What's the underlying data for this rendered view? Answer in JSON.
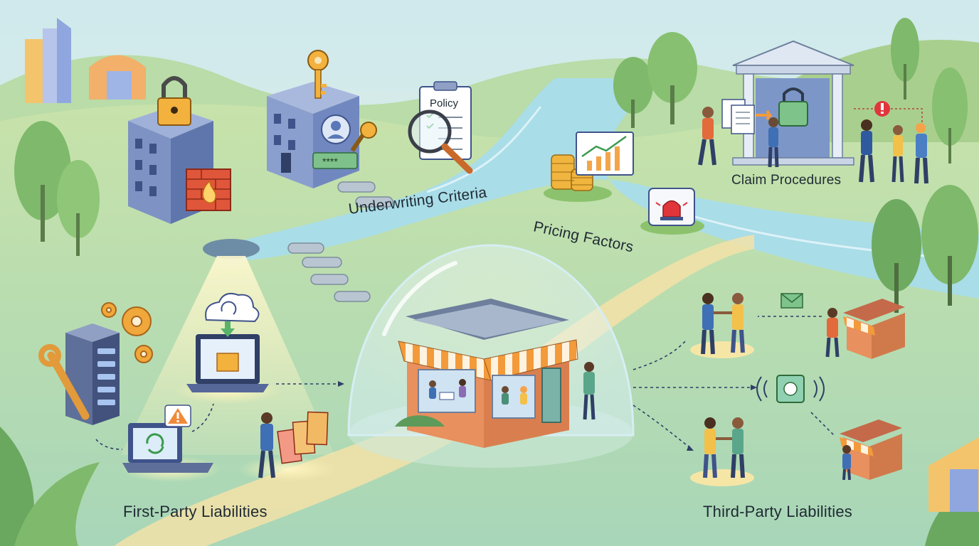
{
  "labels": {
    "underwriting": "Underwriting Criteria",
    "pricing": "Pricing Factors",
    "claims": "Claim Procedures",
    "first_party": "First-Party Liabilities",
    "third_party": "Third-Party Liabilities"
  },
  "policy_doc": {
    "title": "Policy"
  },
  "password_dots": "****",
  "colors": {
    "river": "#a9dde8",
    "grass": "#bfe0a5",
    "path": "#f3e2a8",
    "accent_orange": "#f39a3b",
    "firewall_red": "#e0563b",
    "dome": "#e8f4f6"
  }
}
